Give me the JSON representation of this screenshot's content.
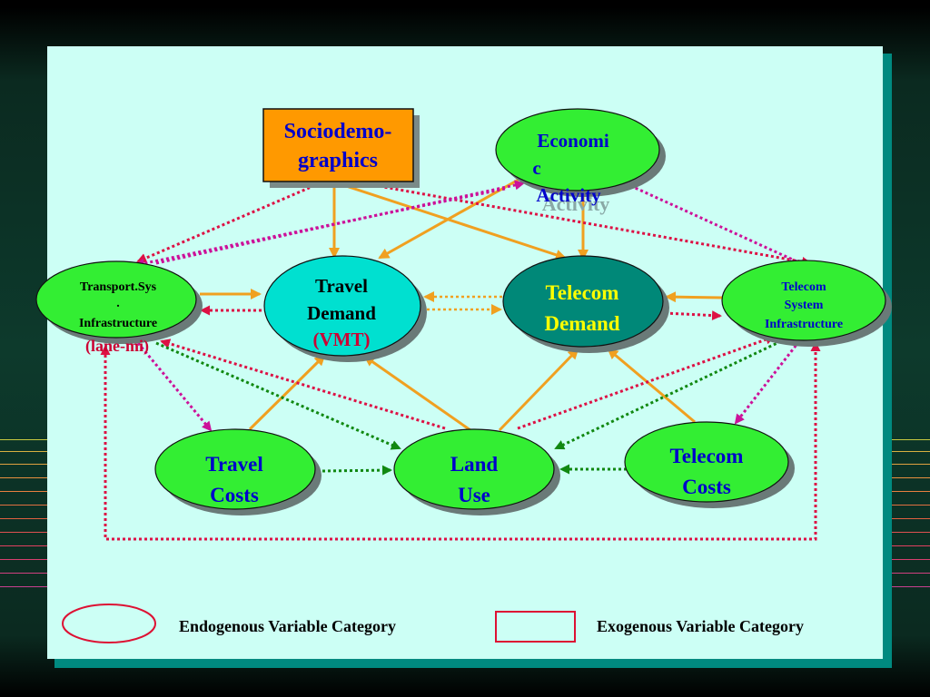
{
  "nodes": {
    "sociodemographics": {
      "line1": "Sociodemo-",
      "line2": "graphics"
    },
    "economic_activity": {
      "line1": "Economi",
      "line2": "c",
      "line3": "Activity",
      "ghost": "Activity"
    },
    "transport_infra": {
      "line1": "Transport.Sys",
      "line2": ".",
      "line3": "Infrastructure",
      "line4": "(lane-mi)"
    },
    "travel_demand": {
      "line1": "Travel",
      "line2": "Demand",
      "line3": "(VMT)"
    },
    "telecom_demand": {
      "line1": "Telecom",
      "line2": "Demand"
    },
    "telecom_infra": {
      "line1": "Telecom",
      "line2": "System",
      "line3": "Infrastructure"
    },
    "travel_costs": {
      "line1": "Travel",
      "line2": "Costs"
    },
    "land_use": {
      "line1": "Land",
      "line2": "Use"
    },
    "telecom_costs": {
      "line1": "Telecom",
      "line2": "Costs"
    }
  },
  "legend": {
    "endogenous": "Endogenous Variable Category",
    "exogenous": "Exogenous Variable Category"
  },
  "colors": {
    "ellipse_green": "#33ee33",
    "ellipse_cyan": "#00e0d0",
    "ellipse_teal": "#008878",
    "box_orange": "#ff9900",
    "text_blue": "#0000cc",
    "text_red": "#cc0033",
    "arrow_orange": "#f0a020",
    "arrow_red": "#dd1144",
    "arrow_magenta": "#cc1199",
    "arrow_green": "#118811",
    "panel": "#ccfff5"
  }
}
